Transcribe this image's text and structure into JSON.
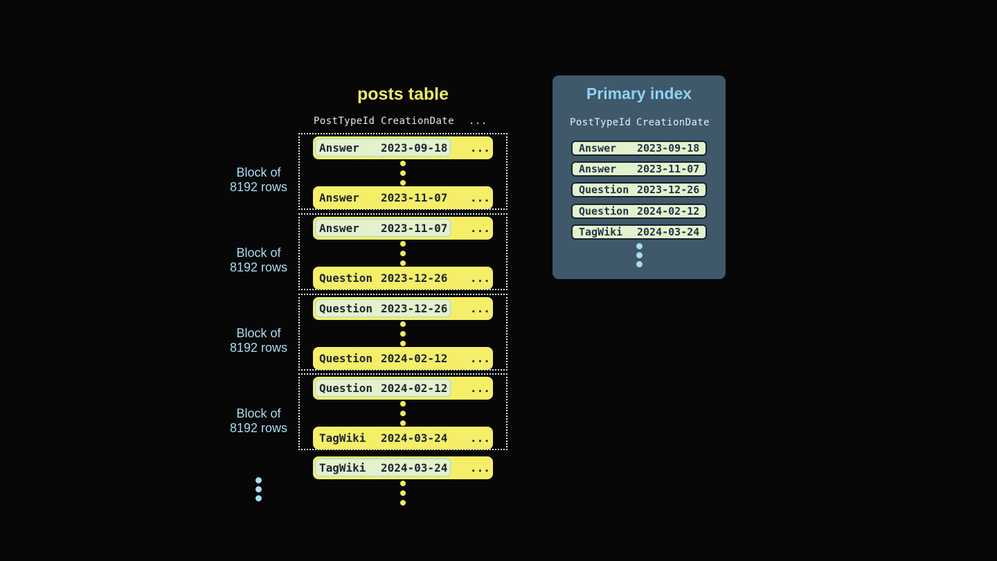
{
  "colors": {
    "background": "#070707",
    "row_yellow": "#f5ee68",
    "title_yellow": "#efe96a",
    "badge_green": "#e3f1cd",
    "badge_border_blue": "#9ed7ed",
    "badge_border_dark": "#17232f",
    "panel_background": "#3f586a",
    "panel_title_blue": "#8ed2f4",
    "label_blue": "#a9dcf2",
    "dotted_border": "#d9edf5",
    "dark_text": "#1b2430",
    "header_text": "#e6e8ea"
  },
  "posts_table": {
    "title": "posts table",
    "headers": {
      "col1": "PostTypeId",
      "col2": "CreationDate",
      "col3": "..."
    },
    "ellipsis": "...",
    "block_label": {
      "line1": "Block of",
      "line2": "8192 rows"
    },
    "blocks": [
      {
        "first": {
          "type": "Answer",
          "date": "2023-09-18"
        },
        "last": {
          "type": "Answer",
          "date": "2023-11-07"
        }
      },
      {
        "first": {
          "type": "Answer",
          "date": "2023-11-07"
        },
        "last": {
          "type": "Question",
          "date": "2023-12-26"
        }
      },
      {
        "first": {
          "type": "Question",
          "date": "2023-12-26"
        },
        "last": {
          "type": "Question",
          "date": "2024-02-12"
        }
      },
      {
        "first": {
          "type": "Question",
          "date": "2024-02-12"
        },
        "last": {
          "type": "TagWiki",
          "date": "2024-03-24"
        }
      }
    ],
    "overflow_row": {
      "type": "TagWiki",
      "date": "2024-03-24"
    }
  },
  "primary_index": {
    "title": "Primary index",
    "headers": {
      "col1": "PostTypeId",
      "col2": "CreationDate"
    },
    "rows": [
      {
        "type": "Answer",
        "date": "2023-09-18"
      },
      {
        "type": "Answer",
        "date": "2023-11-07"
      },
      {
        "type": "Question",
        "date": "2023-12-26"
      },
      {
        "type": "Question",
        "date": "2024-02-12"
      },
      {
        "type": "TagWiki",
        "date": "2024-03-24"
      }
    ]
  }
}
